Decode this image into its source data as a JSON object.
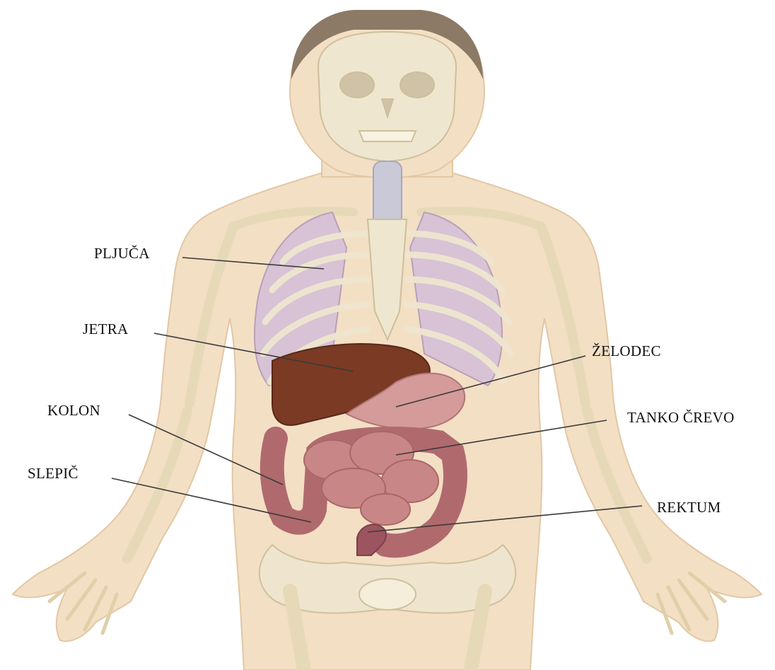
{
  "diagram": {
    "labels": {
      "lungs": "PLJUČA",
      "liver": "JETRA",
      "stomach": "ŽELODEC",
      "colon": "KOLON",
      "small_intestine": "TANKO ČREVO",
      "appendix": "SLEPIČ",
      "rectum": "REKTUM"
    }
  },
  "colors": {
    "skin": "#f3dfc4",
    "skin_edge": "#e2c7a4",
    "bone": "#efe6cf",
    "bone_edge": "#cdbf9c",
    "lung": "#d8c2d6",
    "liver": "#7a3a24",
    "stomach": "#d59a9a",
    "intestine": "#c98686",
    "colon": "#b06a6e",
    "trachea": "#c9c9d8"
  }
}
